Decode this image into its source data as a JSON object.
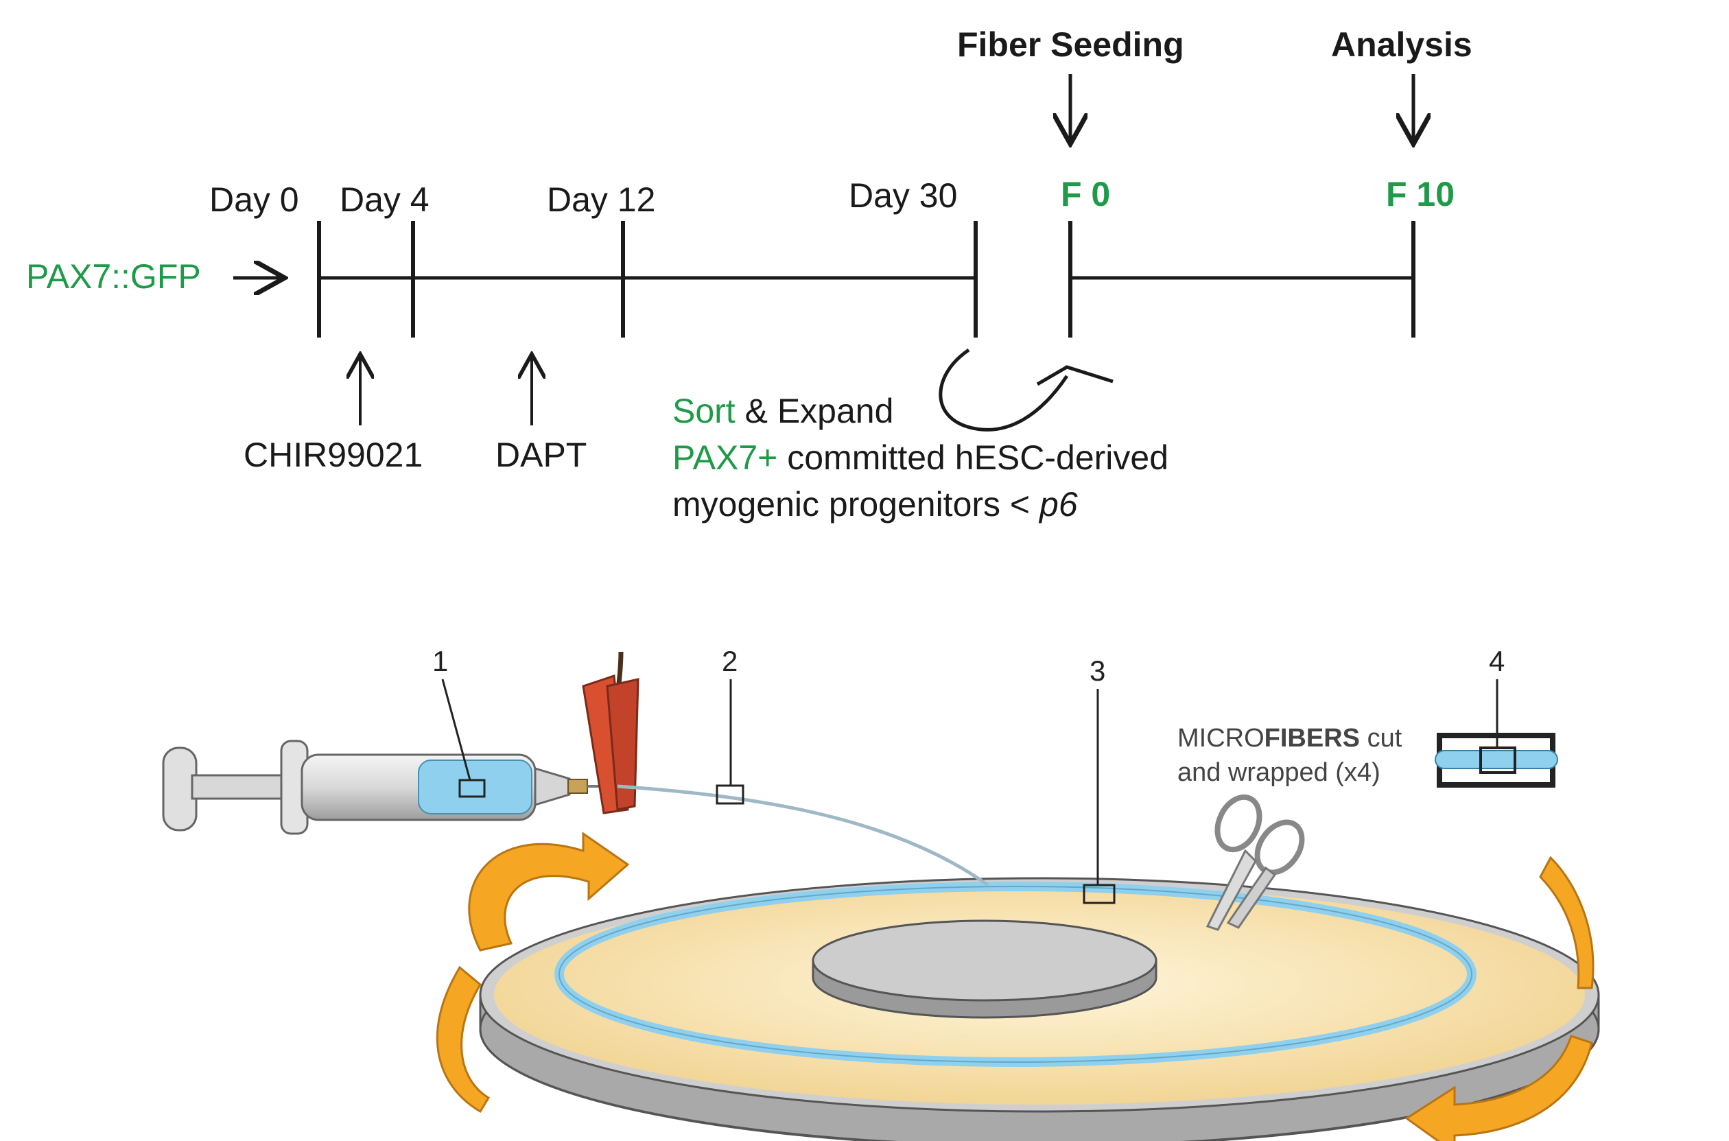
{
  "timeline": {
    "reporter": "PAX7::GFP",
    "days": [
      "Day 0",
      "Day 4",
      "Day 12",
      "Day 30"
    ],
    "fiber_labels": [
      "F 0",
      "F 10"
    ],
    "stages": {
      "fiber_seeding": "Fiber Seeding",
      "analysis": "Analysis"
    },
    "treatments": {
      "chir": "CHIR99021",
      "dapt": "DAPT"
    },
    "sort": {
      "sort_word": "Sort",
      "expand_rest": " & Expand",
      "pax7": "PAX7+",
      "committed_rest": " committed hESC-derived",
      "line3_text": "myogenic progenitors < ",
      "line3_italic": "p6"
    }
  },
  "setup": {
    "labels": [
      "1",
      "2",
      "3",
      "4"
    ],
    "microfibers": {
      "prefix": "MICRO",
      "bold": "FIBERS",
      "suffix": " cut",
      "line2": "and wrapped (x4)"
    }
  },
  "colors": {
    "green_text": "#1f9a48",
    "blue_fiber": "#8fd0ee",
    "disk_fill": "#f8e1a8",
    "arrow_orange": "#f5a623"
  }
}
